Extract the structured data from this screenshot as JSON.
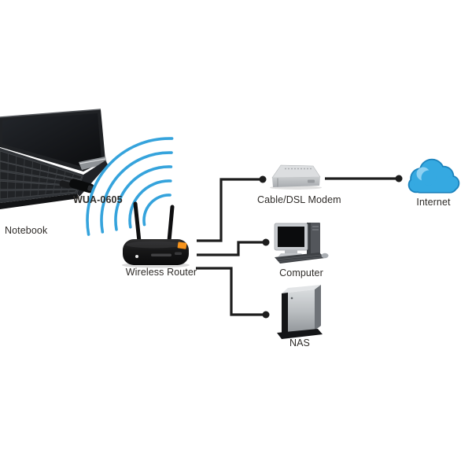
{
  "diagram": {
    "type": "network-topology",
    "labels": {
      "notebook": "Notebook",
      "adapter": "WUA-0605",
      "router": "Wireless Router",
      "modem": "Cable/DSL Modem",
      "internet": "Internet",
      "computer": "Computer",
      "nas": "NAS"
    },
    "nodes": [
      {
        "id": "notebook",
        "kind": "laptop-photo",
        "label": "Notebook"
      },
      {
        "id": "wua-0605-adapter",
        "kind": "usb-wireless-adapter",
        "label": "WUA-0605"
      },
      {
        "id": "wireless-router",
        "kind": "router-photo",
        "label": "Wireless Router"
      },
      {
        "id": "cable-dsl-modem",
        "kind": "modem-photo",
        "label": "Cable/DSL Modem"
      },
      {
        "id": "internet",
        "kind": "cloud-icon",
        "label": "Internet"
      },
      {
        "id": "computer",
        "kind": "desktop-pc-photo",
        "label": "Computer"
      },
      {
        "id": "nas",
        "kind": "nas-photo",
        "label": "NAS"
      }
    ],
    "connections": [
      {
        "from": "wireless-router",
        "to": "cable-dsl-modem",
        "style": "wired"
      },
      {
        "from": "cable-dsl-modem",
        "to": "internet",
        "style": "wired"
      },
      {
        "from": "wireless-router",
        "to": "computer",
        "style": "wired"
      },
      {
        "from": "wireless-router",
        "to": "nas",
        "style": "wired"
      },
      {
        "from": "wua-0605-adapter",
        "to": "wireless-router",
        "style": "wireless",
        "icon": "wifi-arcs-icon",
        "arc_count": 5
      }
    ],
    "colors": {
      "background": "#ffffff",
      "wifi_arc_blue": "#35A3DC",
      "cloud_blue": "#35A9E1",
      "cloud_highlight": "#8ED1F2",
      "connector_line": "#1d1d1d",
      "label_text": "#2f2c29",
      "router_badge_orange": "#F7941D"
    }
  }
}
